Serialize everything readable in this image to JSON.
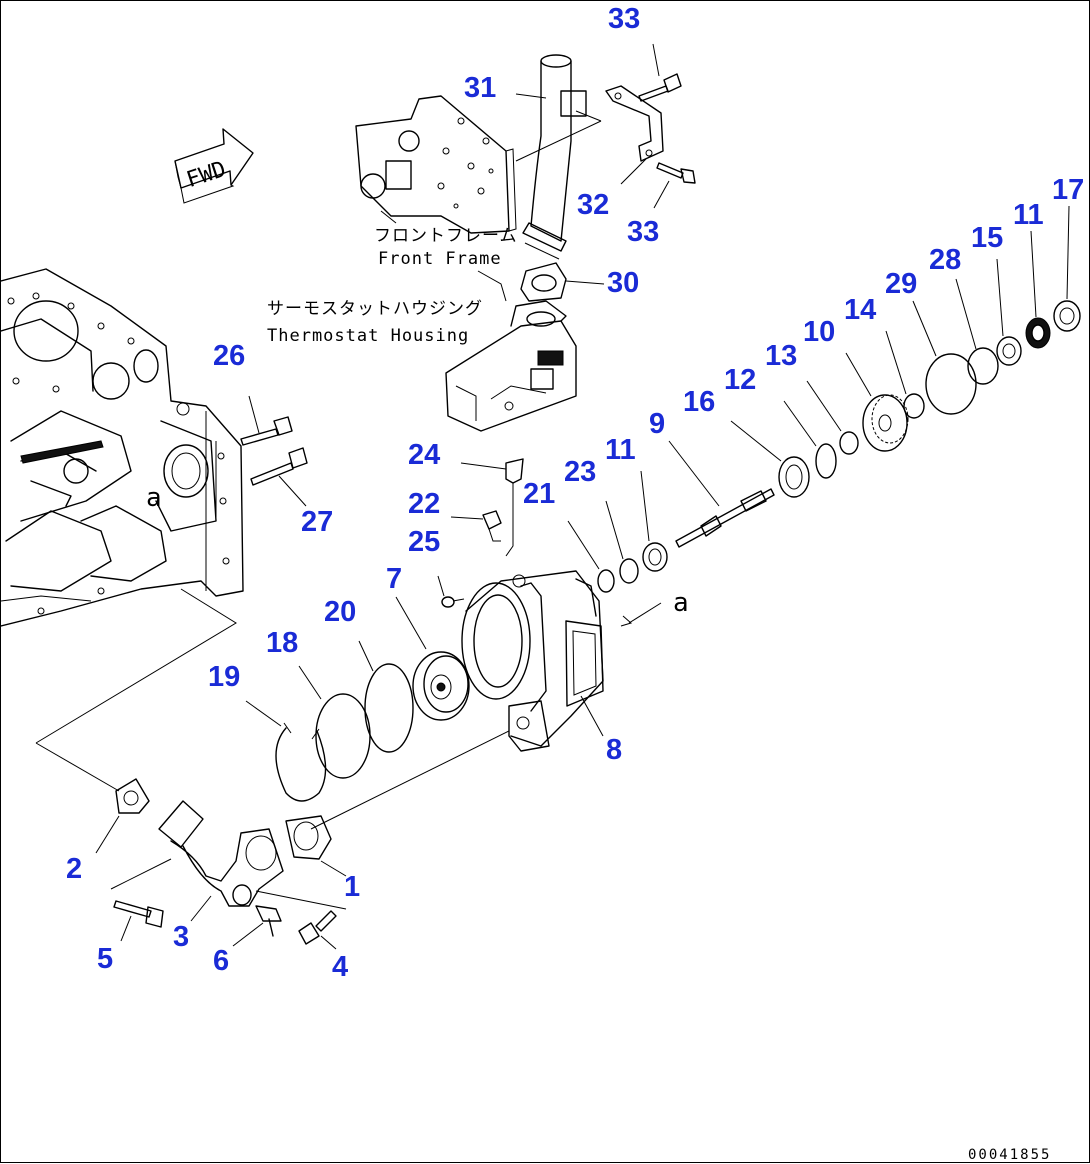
{
  "diagram": {
    "fwd_label": "FWD",
    "front_frame_jp": "フロントフレーム",
    "front_frame_en": "Front Frame",
    "thermostat_jp": "サーモスタットハウジング",
    "thermostat_en": "Thermostat Housing",
    "ref_a_1": "a",
    "ref_a_2": "a",
    "drawing_code": "00041855"
  },
  "callouts": {
    "c1": "1",
    "c2": "2",
    "c3": "3",
    "c4": "4",
    "c5": "5",
    "c6": "6",
    "c7": "7",
    "c8": "8",
    "c9": "9",
    "c10": "10",
    "c11a": "11",
    "c11b": "11",
    "c12": "12",
    "c13": "13",
    "c14": "14",
    "c15": "15",
    "c16": "16",
    "c17": "17",
    "c18": "18",
    "c19": "19",
    "c20": "20",
    "c21": "21",
    "c22": "22",
    "c23": "23",
    "c24": "24",
    "c25": "25",
    "c26": "26",
    "c27": "27",
    "c28": "28",
    "c29": "29",
    "c30": "30",
    "c31": "31",
    "c32": "32",
    "c33a": "33",
    "c33b": "33"
  },
  "colors": {
    "callout": "#1a2bd6",
    "line": "#000000"
  }
}
